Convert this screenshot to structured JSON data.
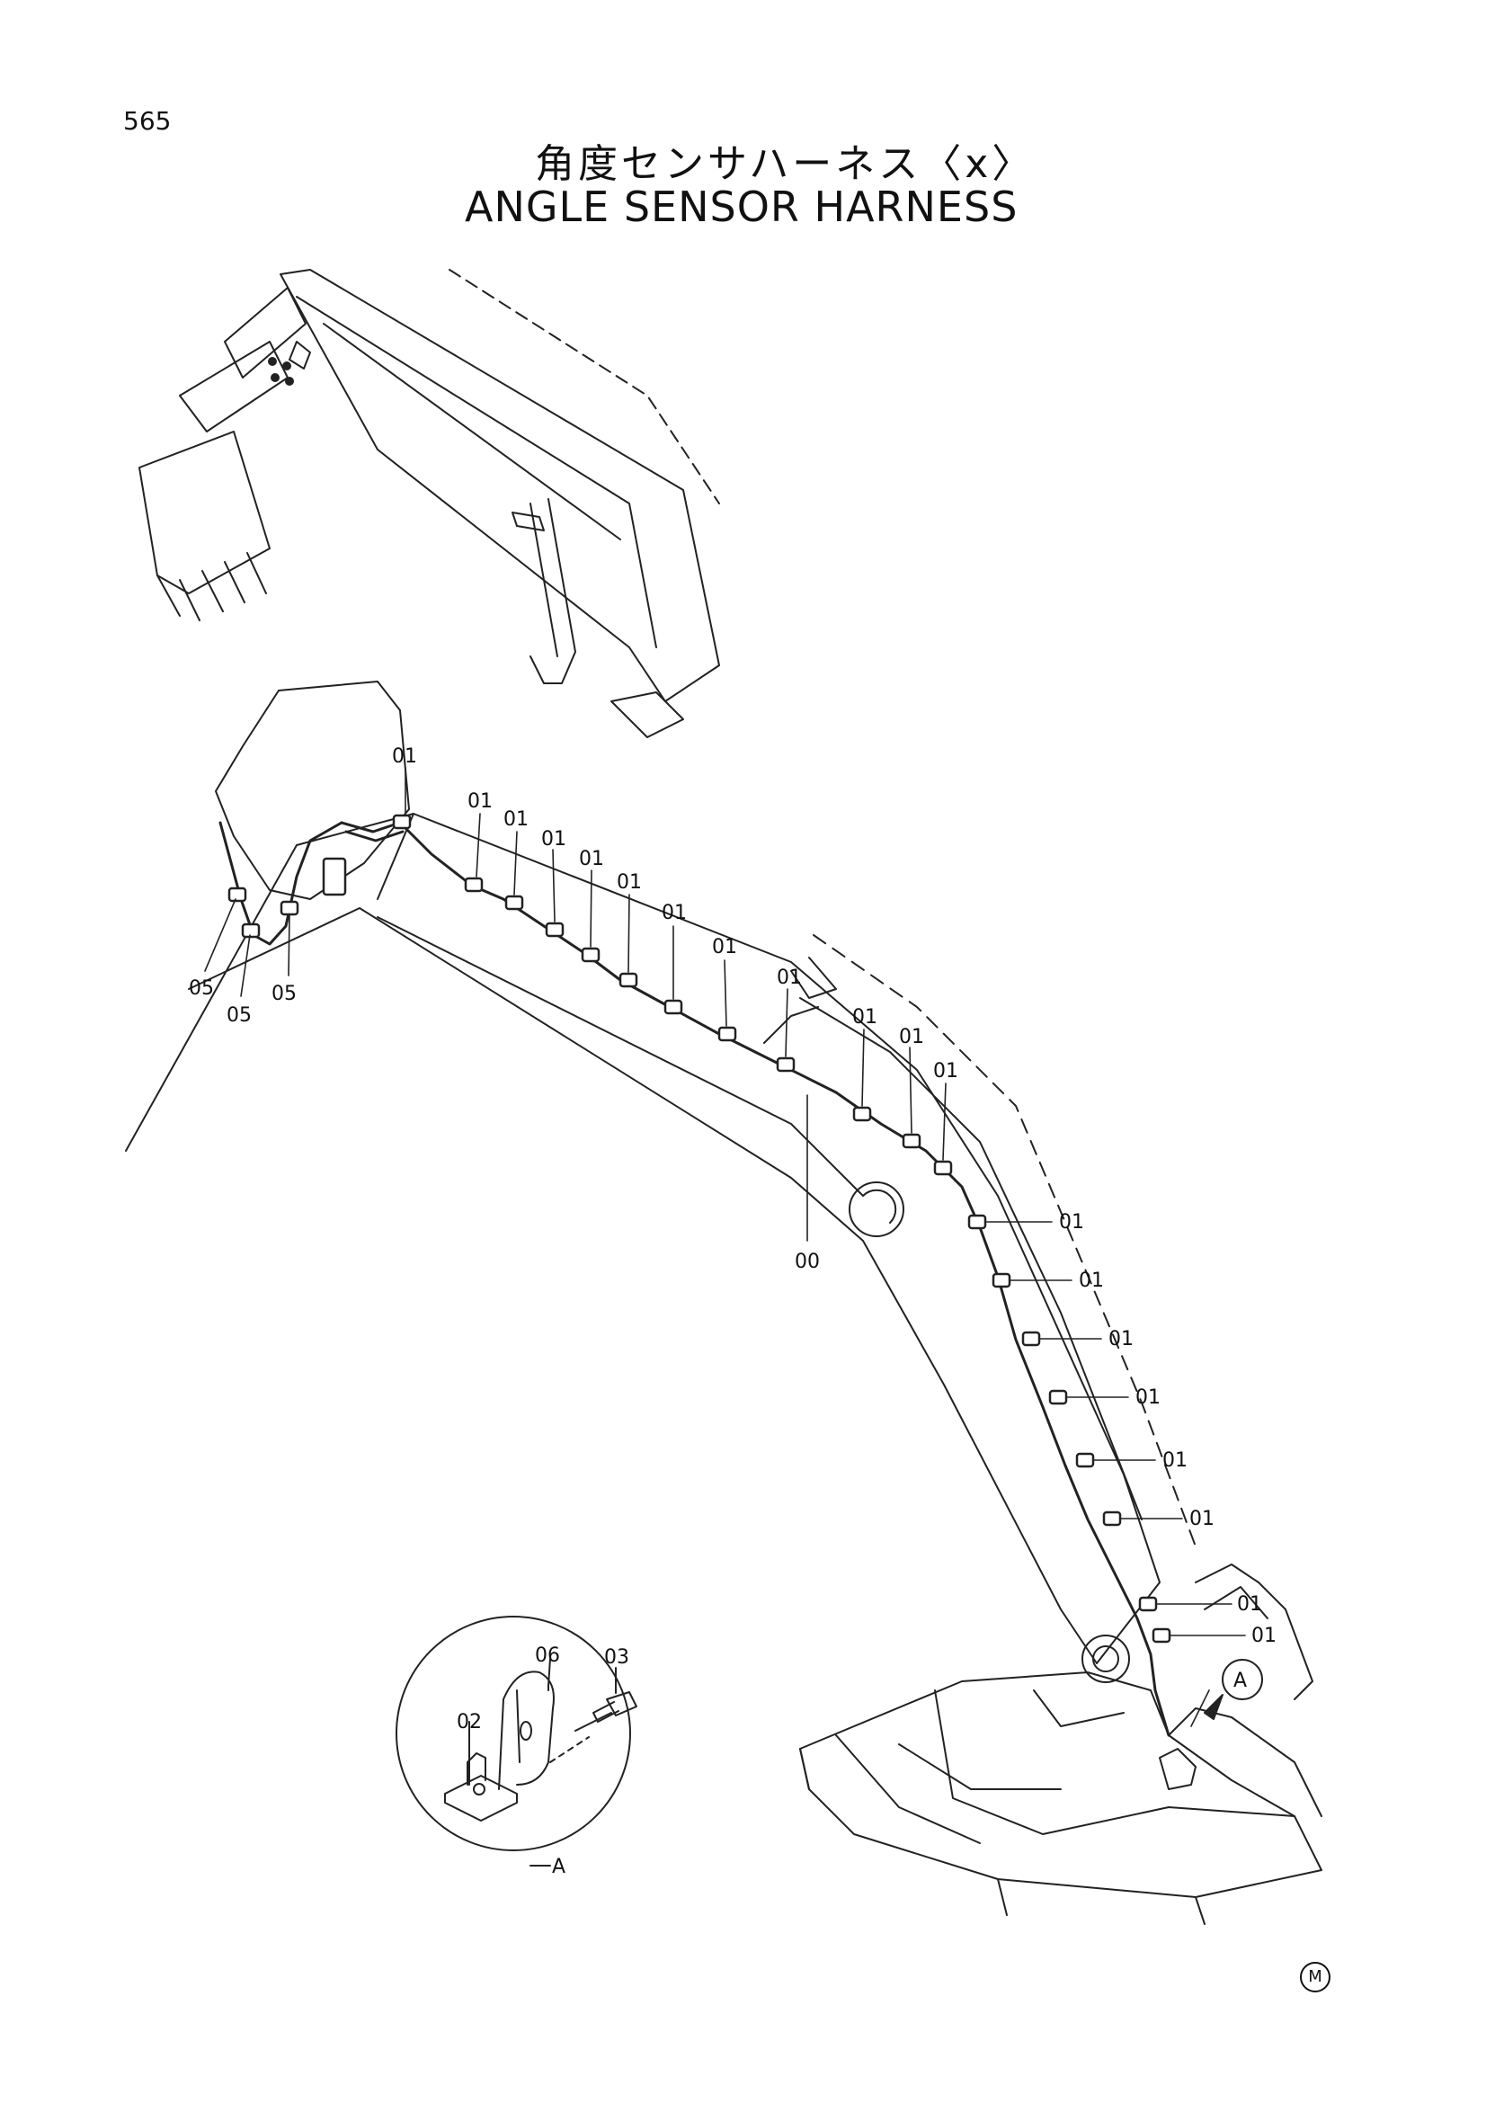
{
  "page_number": "565",
  "title_jp": "角度センサハーネス〈x〉",
  "title_en": "ANGLE SENSOR HARNESS",
  "mark": "M",
  "part_labels": {
    "harness": "00",
    "clamp": "01",
    "bracket": "02",
    "bolt": "03",
    "clip": "05",
    "clamp_detail": "06"
  },
  "detail_view_label": "A",
  "view_callout_label": "A"
}
